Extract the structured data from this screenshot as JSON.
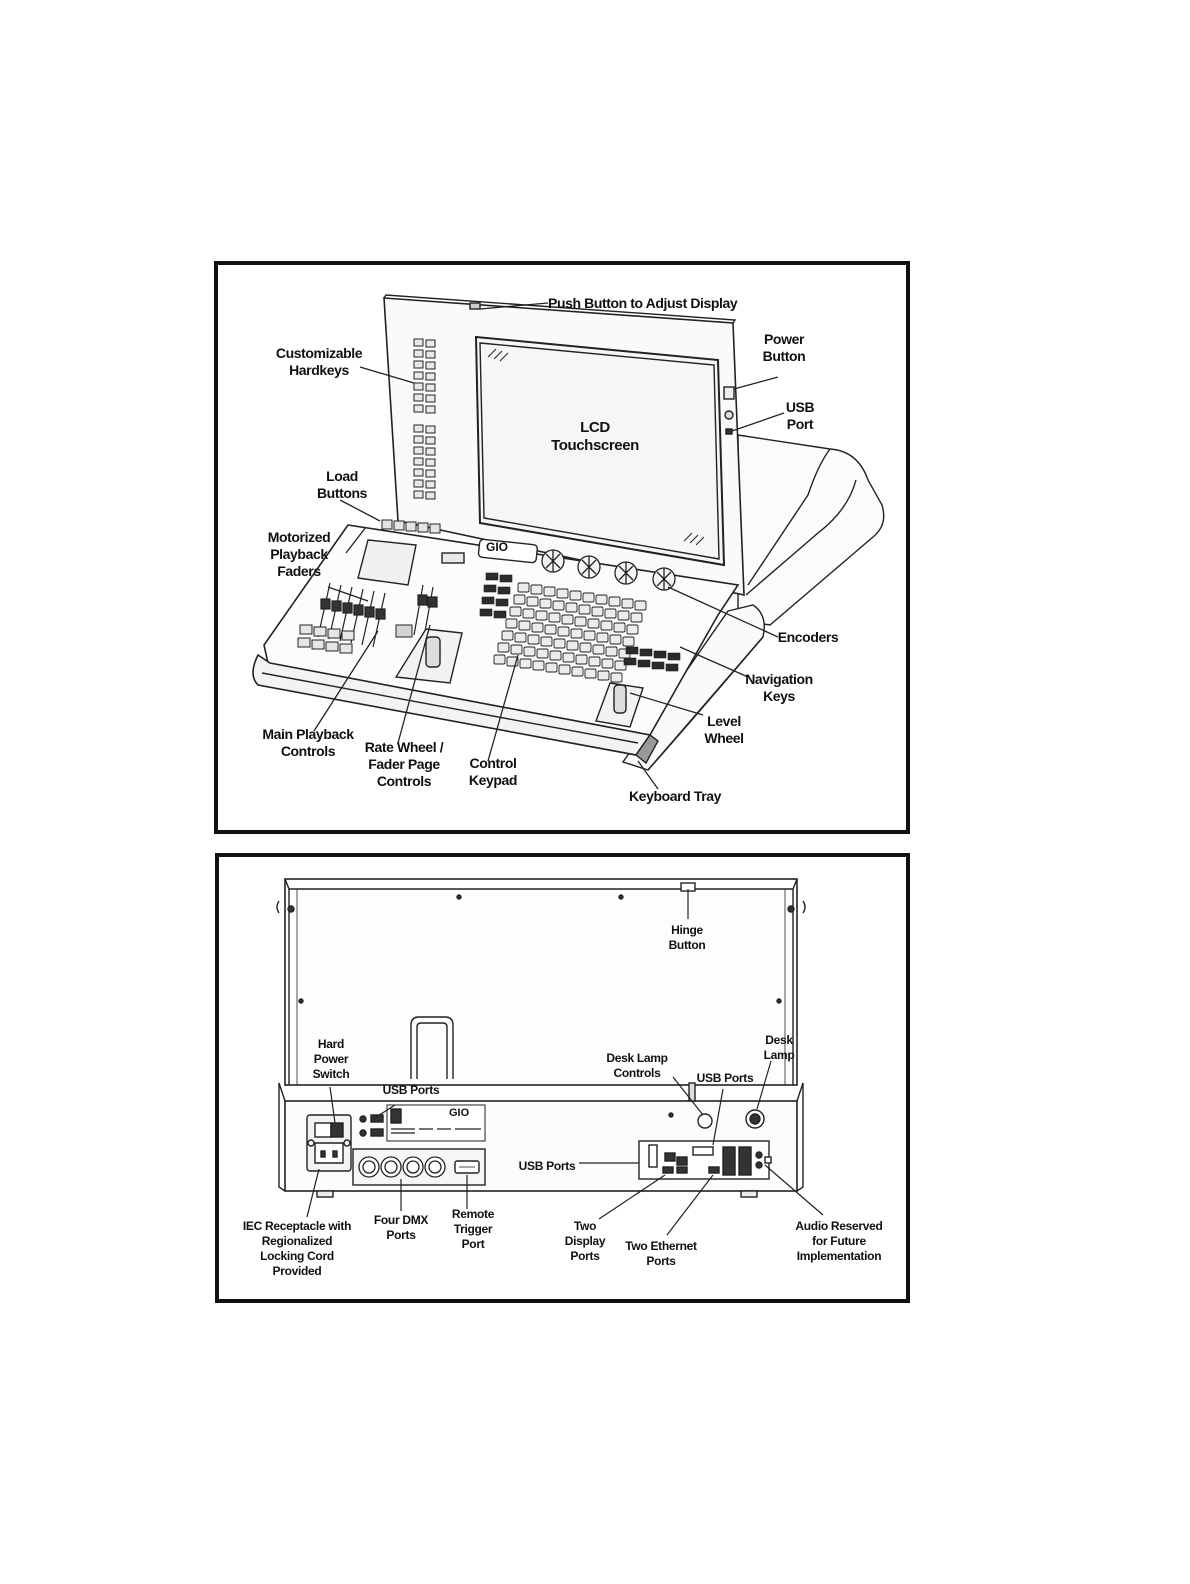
{
  "figure_top": {
    "brand": "GIO",
    "labels": {
      "push_button": "Push Button to Adjust Display",
      "customizable_hardkeys": [
        "Customizable",
        "Hardkeys"
      ],
      "power_button": [
        "Power",
        "Button"
      ],
      "usb_port": [
        "USB",
        "Port"
      ],
      "lcd_touchscreen": [
        "LCD",
        "Touchscreen"
      ],
      "load_buttons": [
        "Load",
        "Buttons"
      ],
      "motorized_faders": [
        "Motorized",
        "Playback",
        "Faders"
      ],
      "encoders": "Encoders",
      "navigation_keys": [
        "Navigation",
        "Keys"
      ],
      "level_wheel": [
        "Level",
        "Wheel"
      ],
      "main_playback": [
        "Main Playback",
        "Controls"
      ],
      "rate_wheel": [
        "Rate Wheel /",
        "Fader Page",
        "Controls"
      ],
      "control_keypad": [
        "Control",
        "Keypad"
      ],
      "keyboard_tray": "Keyboard Tray"
    }
  },
  "figure_bottom": {
    "brand": "GIO",
    "labels": {
      "hinge_button": [
        "Hinge",
        "Button"
      ],
      "hard_power_switch": [
        "Hard",
        "Power",
        "Switch"
      ],
      "usb_ports_left": "USB Ports",
      "desk_lamp_controls": [
        "Desk Lamp",
        "Controls"
      ],
      "usb_ports_right": "USB Ports",
      "desk_lamp": [
        "Desk",
        "Lamp"
      ],
      "usb_ports_io": "USB Ports",
      "iec_receptacle": [
        "IEC Receptacle with",
        "Regionalized",
        "Locking Cord",
        "Provided"
      ],
      "four_dmx": [
        "Four DMX",
        "Ports"
      ],
      "remote_trigger": [
        "Remote",
        "Trigger",
        "Port"
      ],
      "two_display": [
        "Two",
        "Display",
        "Ports"
      ],
      "two_ethernet": [
        "Two Ethernet",
        "Ports"
      ],
      "audio_reserved": [
        "Audio Reserved",
        "for Future",
        "Implementation"
      ]
    }
  }
}
